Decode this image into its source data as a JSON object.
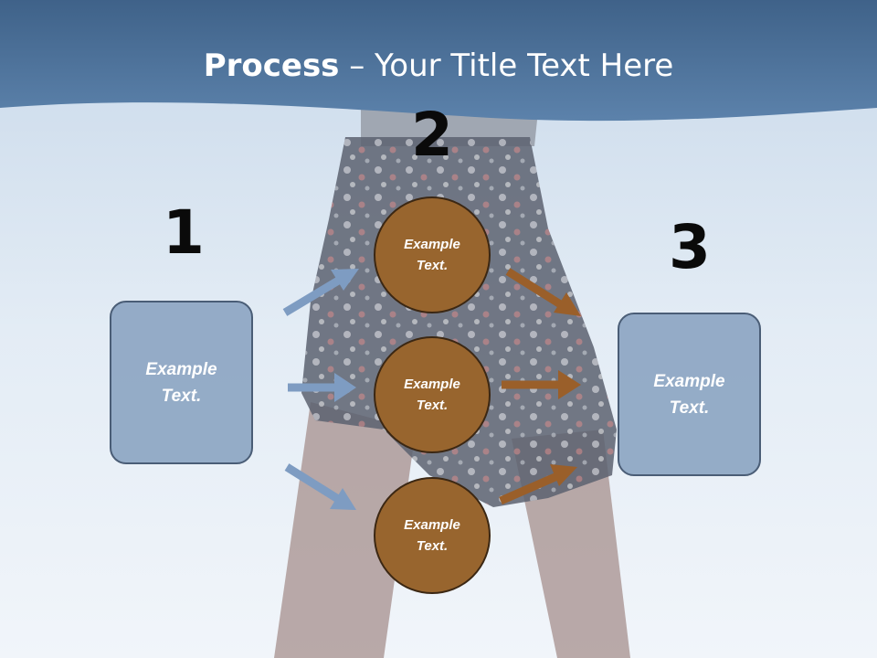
{
  "slide": {
    "title_bold": "Process",
    "title_rest": " – Your Title Text Here"
  },
  "steps": {
    "one": "1",
    "two": "2",
    "three": "3"
  },
  "boxes": {
    "left": [
      "Example",
      "Text."
    ],
    "right": [
      "Example",
      "Text."
    ]
  },
  "circles": [
    [
      "Example",
      "Text."
    ],
    [
      "Example",
      "Text."
    ],
    [
      "Example",
      "Text."
    ]
  ],
  "colors": {
    "header": "#4f7198",
    "box_fill": "#8fa8c4",
    "circle_fill": "#98652e",
    "arrow_blue": "#7e9cc2",
    "arrow_brown": "#9a5f2a"
  }
}
